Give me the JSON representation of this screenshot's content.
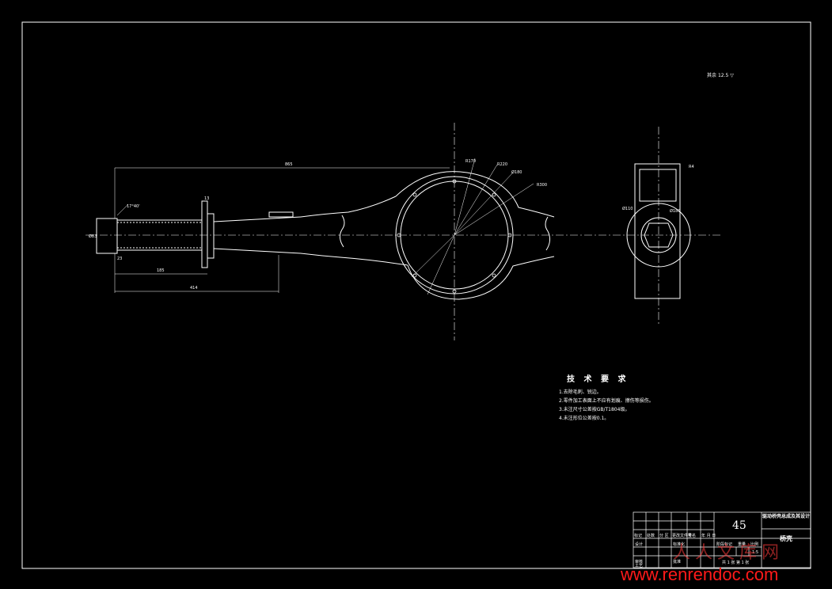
{
  "drawing": {
    "dimensions": {
      "overall_length": "865",
      "tube_length": "185",
      "flange_dist": "414",
      "angle": "17°40'",
      "pipe_dia": "Ø83",
      "flange_thk": "13",
      "small_h": "23",
      "r1": "R170",
      "r2": "R220",
      "r3": "Ø180",
      "r4": "R300",
      "side_r": "R4",
      "side_dia1": "Ø110",
      "side_dia2": "Ø180"
    },
    "roughness_label": "其余",
    "roughness_value": "12.5"
  },
  "tech": {
    "title": "技 术 要 求",
    "lines": [
      "1.去除毛刺、锐边。",
      "2.零件加工表面上不应有划痕、擦伤等损伤。",
      "3.未注尺寸公差按GB/T1804级。",
      "4.未注形位公差按0.1。"
    ]
  },
  "title_block": {
    "material": "45",
    "part_name": "驱动桥壳总成及其设计",
    "dept": "桥壳",
    "rows": [
      "标记",
      "处数",
      "分 区",
      "更改文件号",
      "签名",
      "年 月 日"
    ],
    "roles": [
      "设计",
      "审核",
      "工艺"
    ],
    "stage_labels": [
      "阶段标记",
      "重量",
      "比例"
    ],
    "scale": "1:5",
    "sheet": "共 1 张 第 1 张",
    "std": "标准化",
    "approve": "批准"
  },
  "watermark": {
    "url": "www.renrendoc.com",
    "cn": "人人文库网"
  }
}
